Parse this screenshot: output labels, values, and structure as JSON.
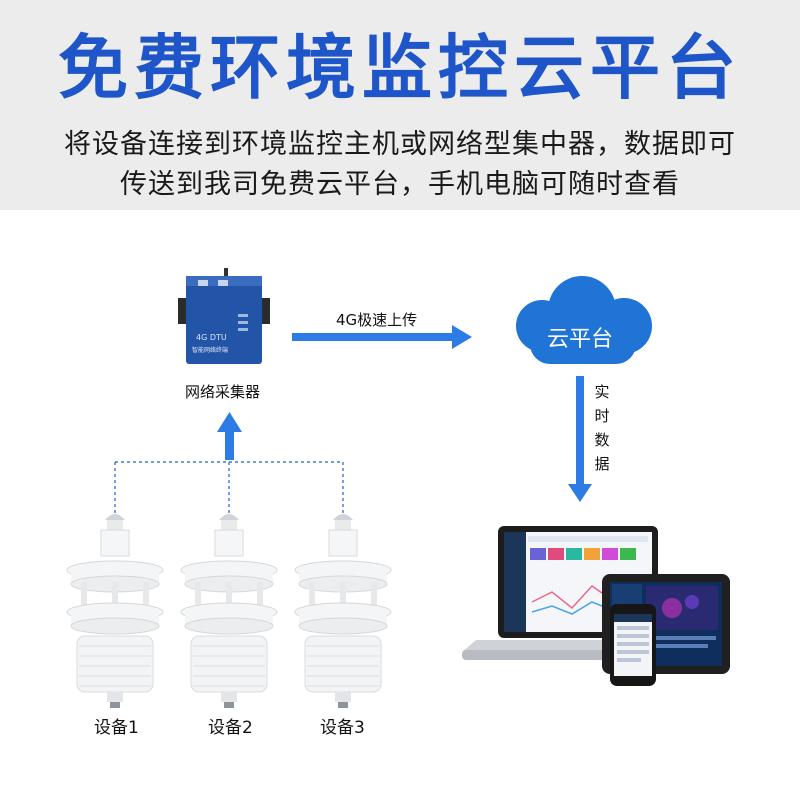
{
  "header": {
    "title": "免费环境监控云平台",
    "subtitle_line1": "将设备连接到环境监控主机或网络型集中器，数据即可",
    "subtitle_line2": "传送到我司免费云平台，手机电脑可随时查看"
  },
  "diagram": {
    "collector_label": "网络采集器",
    "collector_device_text": "4G DTU",
    "collector_device_subtext": "智能网络终端",
    "link_label": "4G极速上传",
    "cloud_label": "云平台",
    "realtime_chars": [
      "实",
      "时",
      "数",
      "据"
    ],
    "devices": [
      {
        "label": "设备1"
      },
      {
        "label": "设备2"
      },
      {
        "label": "设备3"
      }
    ]
  },
  "colors": {
    "title_blue": "#1e56c9",
    "arrow_blue": "#2d7be5",
    "cloud_blue": "#1f74d6",
    "header_bg": "#ececec"
  }
}
